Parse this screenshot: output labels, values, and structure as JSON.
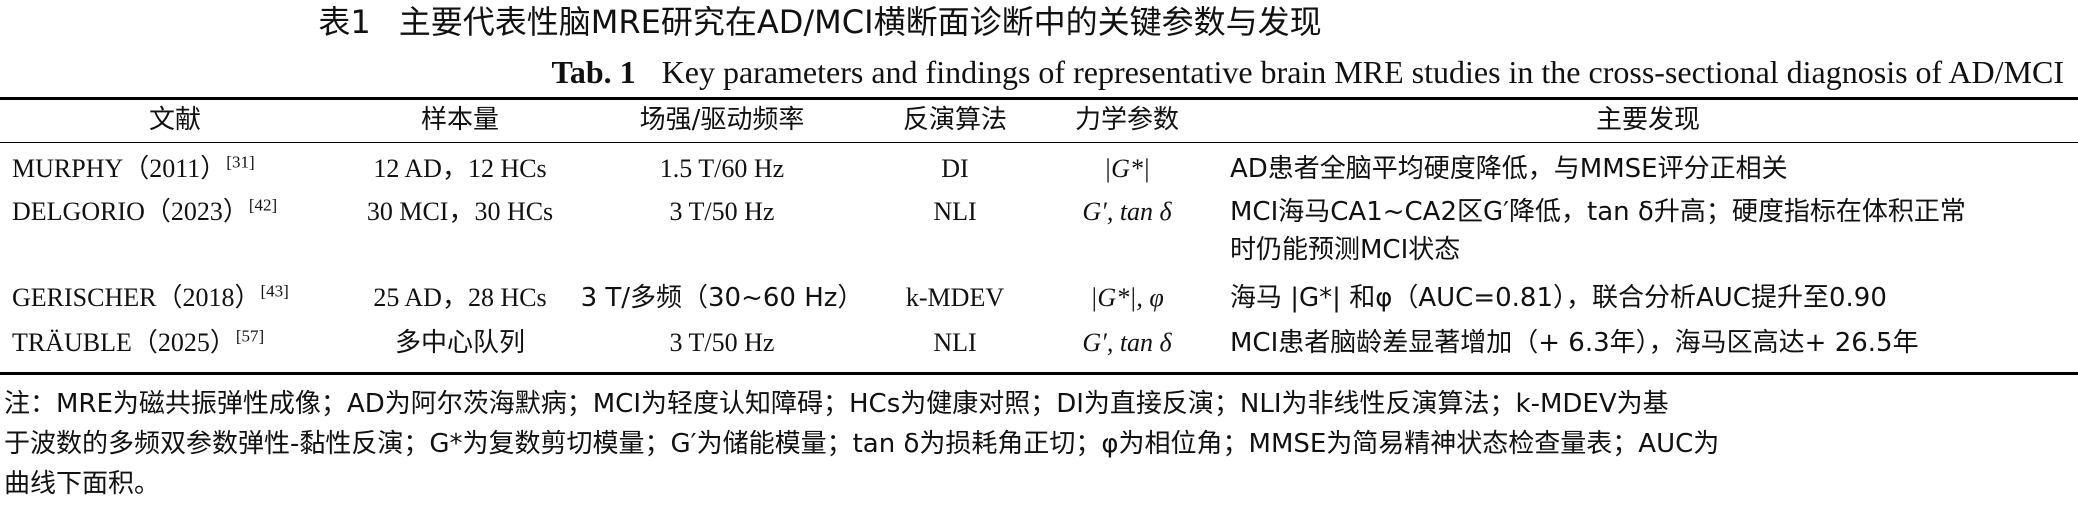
{
  "caption": {
    "cn_label": "表1",
    "cn_text": "主要代表性脑MRE研究在AD/MCI横断面诊断中的关键参数与发现",
    "en_label": "Tab. 1",
    "en_text": "Key parameters and findings of representative brain MRE studies in the cross-sectional diagnosis of AD/MCI"
  },
  "table": {
    "headers": [
      "文献",
      "样本量",
      "场强/驱动频率",
      "反演算法",
      "力学参数",
      "主要发现"
    ],
    "rows": [
      {
        "study": "MURPHY（2011）",
        "ref": "[31]",
        "sample": "12 AD，12 HCs",
        "field": "1.5 T/60 Hz",
        "algorithm": "DI",
        "params": "|G*|",
        "findings": [
          "AD患者全脑平均硬度降低，与MMSE评分正相关"
        ]
      },
      {
        "study": "DELGORIO（2023）",
        "ref": "[42]",
        "sample": "30 MCI，30 HCs",
        "field": "3 T/50 Hz",
        "algorithm": "NLI",
        "params": "G′, tan δ",
        "findings": [
          "MCI海马CA1~CA2区G′降低，tan δ升高；硬度指标在体积正常",
          "时仍能预测MCI状态"
        ]
      },
      {
        "study": "GERISCHER（2018）",
        "ref": "[43]",
        "sample": "25 AD，28 HCs",
        "field": "3 T/多频（30~60 Hz）",
        "algorithm": "k-MDEV",
        "params": "|G*|, φ",
        "findings": [
          "海马 |G*| 和φ（AUC=0.81），联合分析AUC提升至0.90"
        ]
      },
      {
        "study": "TRÄUBLE（2025）",
        "ref": "[57]",
        "sample": "多中心队列",
        "field": "3 T/50 Hz",
        "algorithm": "NLI",
        "params": "G′, tan δ",
        "findings": [
          "MCI患者脑龄差显著增加（+ 6.3年），海马区高达+ 26.5年"
        ]
      }
    ]
  },
  "note": [
    "注：MRE为磁共振弹性成像；AD为阿尔茨海默病；MCI为轻度认知障碍；HCs为健康对照；DI为直接反演；NLI为非线性反演算法；k-MDEV为基",
    "于波数的多频双参数弹性-黏性反演；G*为复数剪切模量；G′为储能模量；tan δ为损耗角正切；φ为相位角；MMSE为简易精神状态检查量表；AUC为",
    "曲线下面积。"
  ]
}
